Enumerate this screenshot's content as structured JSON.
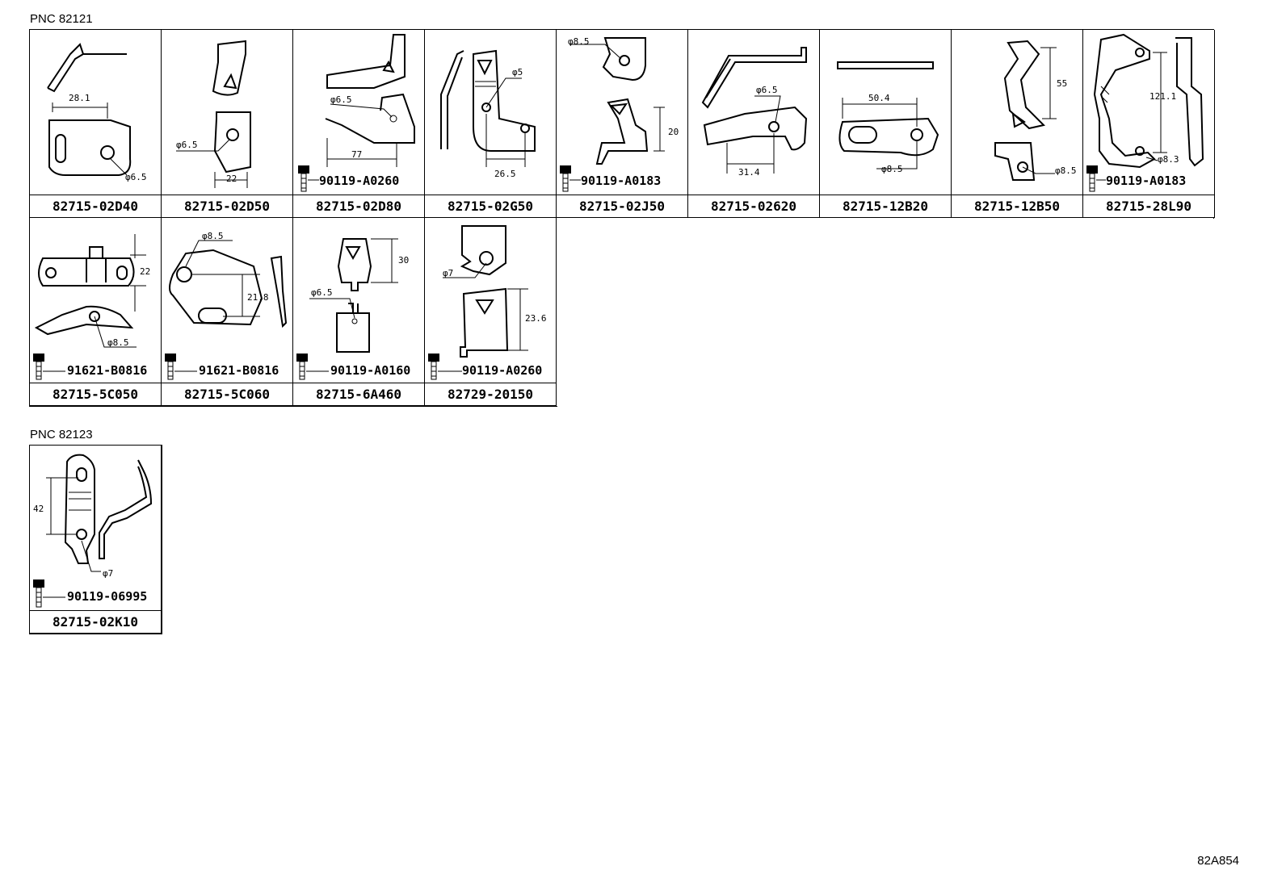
{
  "groups": [
    {
      "pnc": "PNC 82121",
      "parts": [
        {
          "part": "82715-02D40",
          "dims": [
            "28.1",
            "φ6.5"
          ],
          "bolt": ""
        },
        {
          "part": "82715-02D50",
          "dims": [
            "φ6.5",
            "22"
          ],
          "bolt": ""
        },
        {
          "part": "82715-02D80",
          "dims": [
            "φ6.5",
            "77"
          ],
          "bolt": "90119-A0260"
        },
        {
          "part": "82715-02G50",
          "dims": [
            "φ5",
            "26.5"
          ],
          "bolt": ""
        },
        {
          "part": "82715-02J50",
          "dims": [
            "φ8.5",
            "20"
          ],
          "bolt": "90119-A0183"
        },
        {
          "part": "82715-02620",
          "dims": [
            "φ6.5",
            "31.4"
          ],
          "bolt": ""
        },
        {
          "part": "82715-12B20",
          "dims": [
            "50.4",
            "φ8.5"
          ],
          "bolt": ""
        },
        {
          "part": "82715-12B50",
          "dims": [
            "55",
            "φ8.5"
          ],
          "bolt": ""
        },
        {
          "part": "82715-28L90",
          "dims": [
            "121.1",
            "φ8.3"
          ],
          "bolt": "90119-A0183"
        },
        {
          "part": "82715-5C050",
          "dims": [
            "22",
            "φ8.5"
          ],
          "bolt": "91621-B0816"
        },
        {
          "part": "82715-5C060",
          "dims": [
            "φ8.5",
            "21.8"
          ],
          "bolt": "91621-B0816"
        },
        {
          "part": "82715-6A460",
          "dims": [
            "30",
            "φ6.5"
          ],
          "bolt": "90119-A0160"
        },
        {
          "part": "82729-20150",
          "dims": [
            "φ7",
            "23.6"
          ],
          "bolt": "90119-A0260"
        }
      ]
    },
    {
      "pnc": "PNC 82123",
      "parts": [
        {
          "part": "82715-02K10",
          "dims": [
            "42",
            "φ7"
          ],
          "bolt": "90119-06995"
        }
      ]
    }
  ],
  "drawing_code": "82A854"
}
